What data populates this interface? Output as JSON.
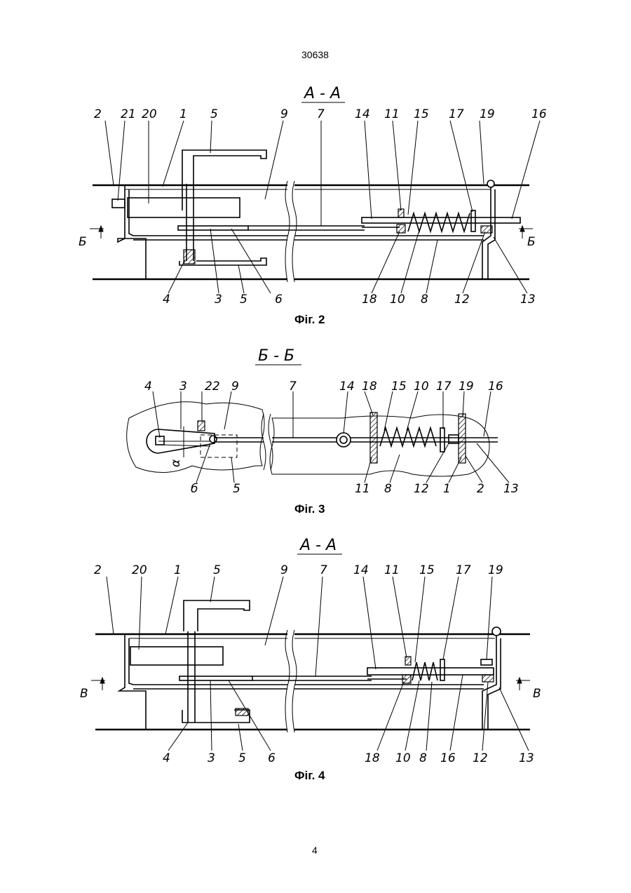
{
  "page": {
    "patent_number": "30638",
    "page_number": "4"
  },
  "figures": [
    {
      "caption": "Фіг. 2",
      "section_title": "А - А",
      "cut_marks": [
        "Б",
        "Б"
      ],
      "labels_top": [
        "2",
        "21",
        "20",
        "1",
        "5",
        "9",
        "7",
        "14",
        "11",
        "15",
        "17",
        "19",
        "16"
      ],
      "labels_bottom": [
        "4",
        "3",
        "5",
        "6",
        "18",
        "10",
        "8",
        "12",
        "13"
      ]
    },
    {
      "caption": "Фіг. 3",
      "section_title": "Б - Б",
      "labels_top": [
        "4",
        "3",
        "22",
        "9",
        "7",
        "14",
        "18",
        "15",
        "10",
        "17",
        "19",
        "16"
      ],
      "labels_bottom": [
        "б",
        "5",
        "11",
        "8",
        "12",
        "1",
        "2",
        "13"
      ],
      "angle_label": "α"
    },
    {
      "caption": "Фіг. 4",
      "section_title": "А - А",
      "cut_marks": [
        "В",
        "В"
      ],
      "labels_top": [
        "2",
        "20",
        "1",
        "5",
        "9",
        "7",
        "14",
        "11",
        "15",
        "17",
        "19"
      ],
      "labels_bottom": [
        "4",
        "3",
        "5",
        "6",
        "18",
        "10",
        "8",
        "16",
        "12",
        "13"
      ]
    }
  ]
}
